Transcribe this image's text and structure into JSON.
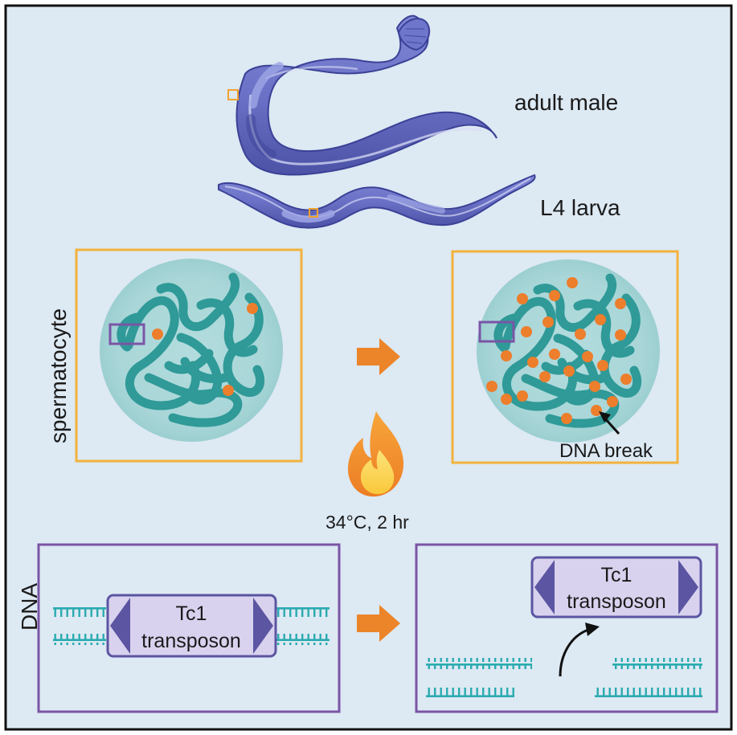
{
  "labels": {
    "adult_male": "adult male",
    "l4_larva": "L4 larva",
    "spermatocyte": "spermatocyte",
    "dna_break": "DNA break",
    "heat_condition": "34°C, 2 hr",
    "dna": "DNA",
    "tc1_line1": "Tc1",
    "tc1_line2": "transposon"
  },
  "colors": {
    "background": "#dde9f3",
    "worm": "#5c63b8",
    "orange_frame": "#f2b23c",
    "purple_frame": "#7a55a6",
    "chromatin": "#2f9a98",
    "dna_break_dot": "#ec7e2c",
    "arrow": "#ec8429",
    "transposon_fill": "#d9d2ee",
    "transposon_tip": "#5b55a2",
    "dna_strand": "#2aabb0"
  },
  "icons": [
    "flame-icon",
    "right-arrow-icon",
    "curved-arrow-icon"
  ]
}
